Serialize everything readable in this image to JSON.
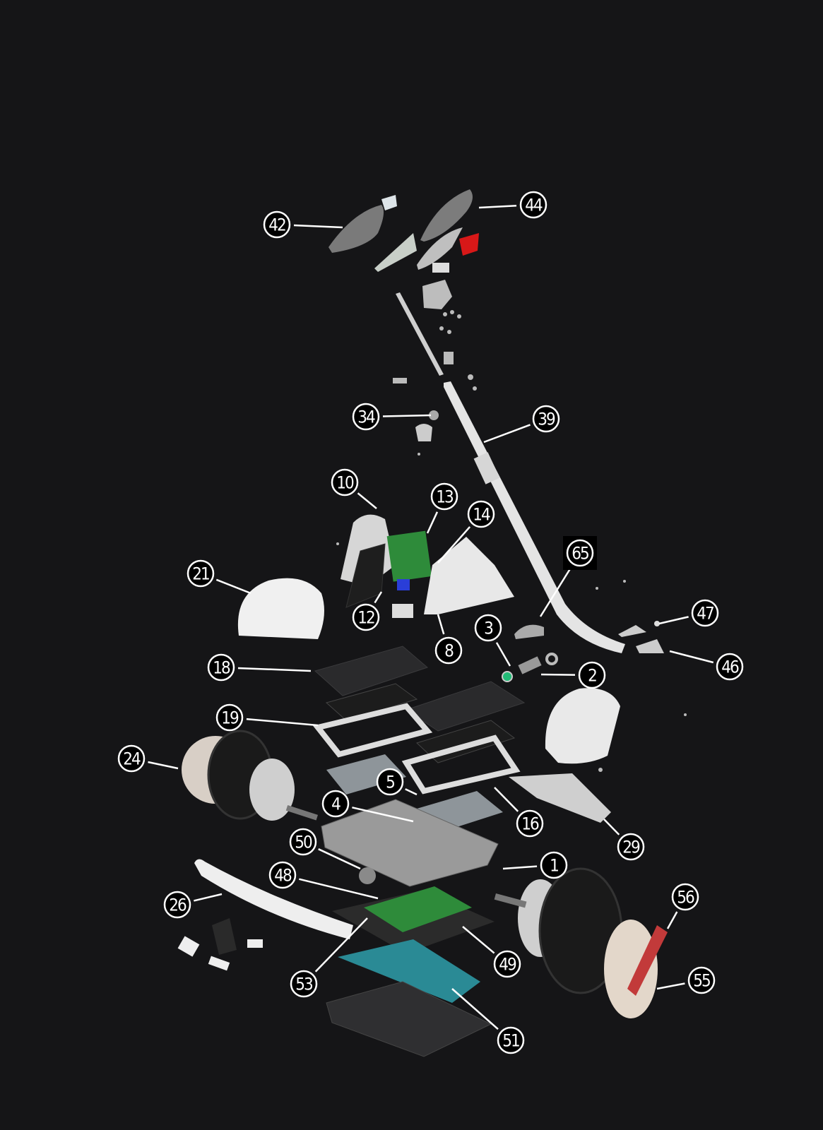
{
  "diagram": {
    "type": "exploded-parts-view",
    "callouts": [
      "42",
      "44",
      "34",
      "39",
      "10",
      "13",
      "14",
      "65",
      "21",
      "12",
      "8",
      "3",
      "47",
      "46",
      "18",
      "2",
      "19",
      "24",
      "5",
      "4",
      "16",
      "29",
      "50",
      "1",
      "48",
      "56",
      "26",
      "49",
      "53",
      "55",
      "51"
    ],
    "colors": {
      "background": "#151517",
      "label": "#ffffff",
      "white_part": "#eeeeee",
      "grey_part": "#8a8a8a",
      "dark_part": "#2a2a2c",
      "pcb": "#2e8b3a",
      "battery": "#2a8a95",
      "red_part": "#d81818"
    }
  }
}
